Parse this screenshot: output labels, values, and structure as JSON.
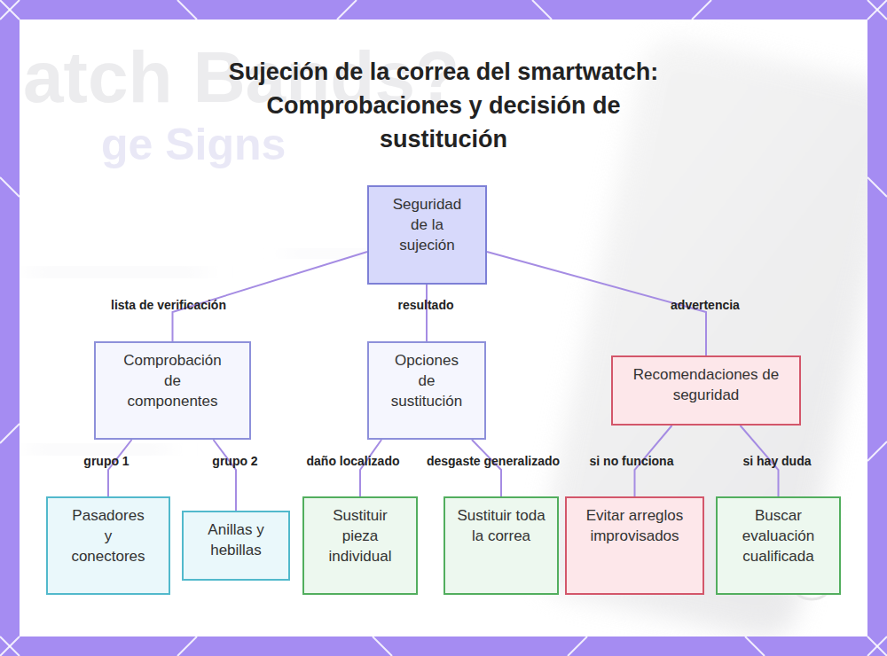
{
  "diagram": {
    "title": "Sujeción de la correa del smartwatch: Comprobaciones y decisión de sustitución",
    "nodes": [
      {
        "text": [
          "Seguridad de la sujeción"
        ]
      },
      {
        "text": [
          "Comprobación de componentes"
        ]
      },
      {
        "text": [
          "Opciones de sustitución"
        ]
      },
      {
        "text": [
          "Recomendaciones de seguridad"
        ]
      },
      {
        "text": [
          "Pasadores y conectores"
        ]
      },
      {
        "text": [
          "Anillas y hebillas"
        ]
      },
      {
        "text": [
          "Sustituir pieza individual"
        ]
      },
      {
        "text": [
          "Sustituir toda la correa"
        ]
      },
      {
        "text": [
          "Evitar arreglos improvisados"
        ]
      },
      {
        "text": [
          "Buscar evaluación cualificada"
        ]
      }
    ],
    "edges": [
      {
        "from": 0,
        "to": 1,
        "label": "lista de verificación",
        "arrow": "none"
      },
      {
        "from": 0,
        "to": 2,
        "label": "resultado",
        "arrow": "none"
      },
      {
        "from": 0,
        "to": 3,
        "label": "advertencia",
        "arrow": "none"
      },
      {
        "from": 1,
        "to": 4,
        "label": "grupo 1",
        "arrow": "none"
      },
      {
        "from": 1,
        "to": 5,
        "label": "grupo 2",
        "arrow": "none"
      },
      {
        "from": 2,
        "to": 6,
        "label": "daño localizado",
        "arrow": "none"
      },
      {
        "from": 2,
        "to": 7,
        "label": "desgaste generalizado",
        "arrow": "none"
      },
      {
        "from": 3,
        "to": 8,
        "label": "si no funciona",
        "arrow": "none"
      },
      {
        "from": 3,
        "to": 9,
        "label": "si hay duda",
        "arrow": "none"
      }
    ],
    "labels": [
      "atch Bands?",
      "ge Signs"
    ]
  }
}
